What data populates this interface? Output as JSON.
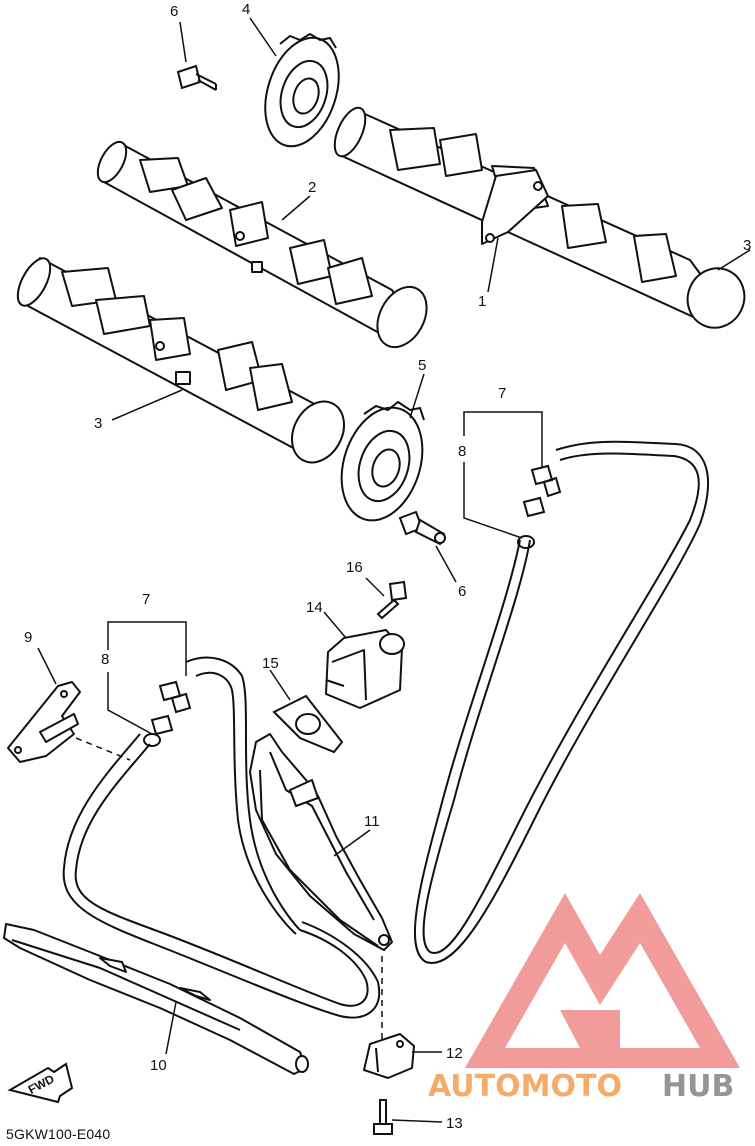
{
  "diagram": {
    "callouts": {
      "c1": "1",
      "c2": "2",
      "c3a": "3",
      "c3b": "3",
      "c4": "4",
      "c5": "5",
      "c6a": "6",
      "c6b": "6",
      "c7a": "7",
      "c7b": "7",
      "c8a": "8",
      "c8b": "8",
      "c9": "9",
      "c10": "10",
      "c11": "11",
      "c12": "12",
      "c13": "13",
      "c14": "14",
      "c15": "15",
      "c16": "16"
    },
    "direction_marker": "FWD",
    "reference_code": "5GKW100-E040"
  },
  "watermark": {
    "text_orange": "AUTOMOTO",
    "text_gray": "HUB",
    "colors": {
      "triangle": "#f08a8a",
      "orange": "#f5a25a",
      "gray": "#8a8a8a"
    }
  }
}
